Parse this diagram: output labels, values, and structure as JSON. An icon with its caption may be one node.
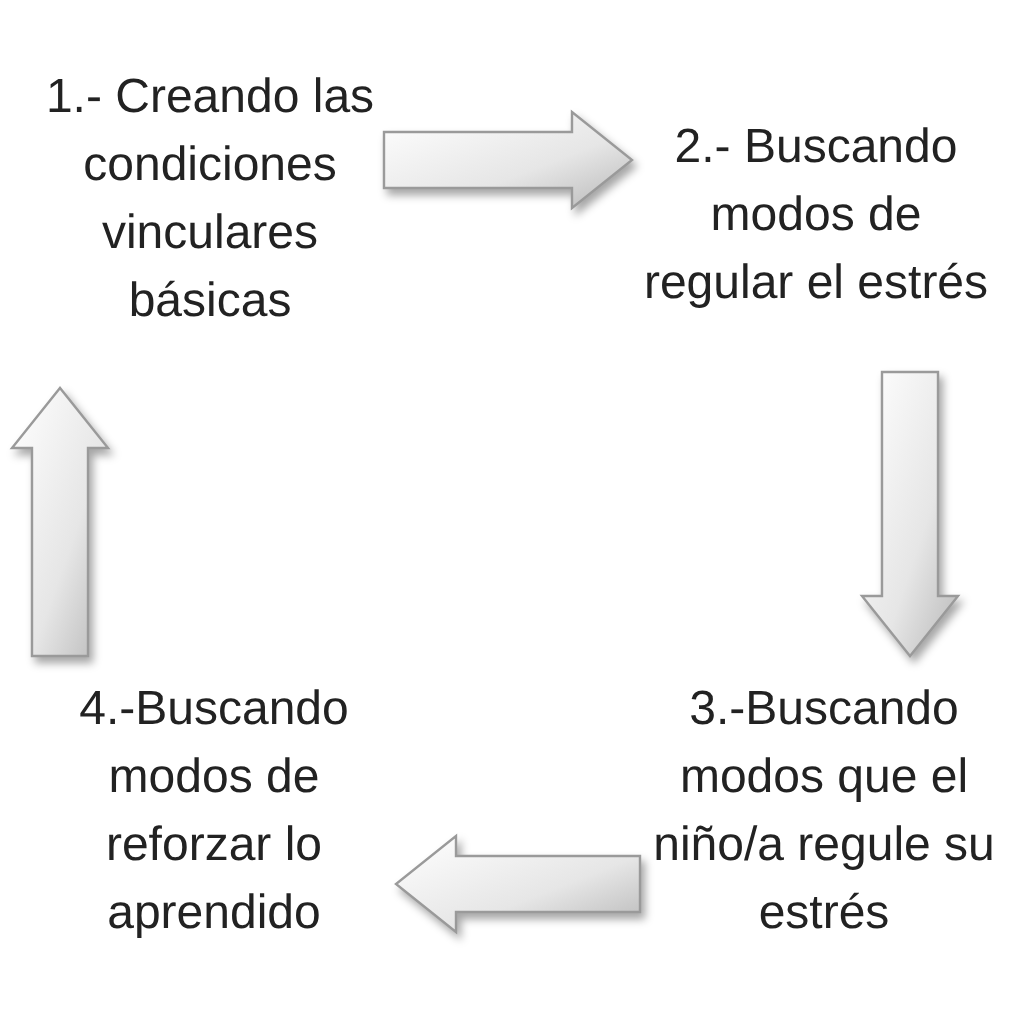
{
  "diagram": {
    "nodes": [
      {
        "text": [
          "1.- Creando las condiciones vinculares básicas"
        ]
      },
      {
        "text": [
          "2.- Buscando modos de regular el estrés"
        ]
      },
      {
        "text": [
          "3.-Buscando modos que el niño/a regule su estrés"
        ]
      },
      {
        "text": [
          "4.-Buscando modos de reforzar lo aprendido"
        ]
      }
    ],
    "edges": [
      {
        "from": 0,
        "to": 1,
        "arrow": "to"
      },
      {
        "from": 1,
        "to": 2,
        "arrow": "to"
      },
      {
        "from": 2,
        "to": 3,
        "arrow": "to"
      },
      {
        "from": 3,
        "to": 0,
        "arrow": "to"
      }
    ]
  }
}
